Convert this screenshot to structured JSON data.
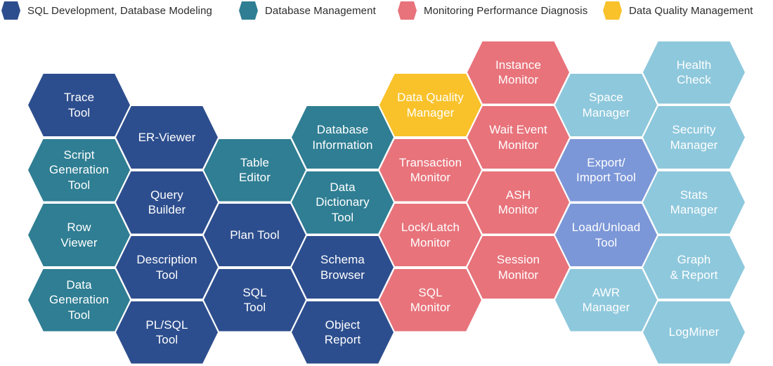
{
  "palette": {
    "navy": "#2d4e8e",
    "teal": "#2f7e93",
    "salmon": "#e8737b",
    "yellow": "#f9c22b",
    "periwinkle": "#7c97d8",
    "lightcyan": "#8ec8dc"
  },
  "legend": {
    "items": [
      {
        "label": "SQL Development, Database Modeling",
        "color": "navy"
      },
      {
        "label": "Database Management",
        "color": "teal"
      },
      {
        "label": "Monitoring Performance Diagnosis",
        "color": "salmon"
      },
      {
        "label": "Data Quality Management",
        "color": "yellow"
      }
    ]
  },
  "hive": {
    "hexagons": [
      {
        "label": "Trace\nTool",
        "color": "navy",
        "col": 1,
        "row": 0
      },
      {
        "label": "Script\nGeneration\nTool",
        "color": "teal",
        "col": 1,
        "row": 1
      },
      {
        "label": "Row\nViewer",
        "color": "teal",
        "col": 1,
        "row": 2
      },
      {
        "label": "Data\nGeneration\nTool",
        "color": "teal",
        "col": 1,
        "row": 3
      },
      {
        "label": "ER-Viewer",
        "color": "navy",
        "col": 2,
        "row": 0
      },
      {
        "label": "Query\nBuilder",
        "color": "navy",
        "col": 2,
        "row": 1
      },
      {
        "label": "Description\nTool",
        "color": "navy",
        "col": 2,
        "row": 2
      },
      {
        "label": "PL/SQL\nTool",
        "color": "navy",
        "col": 2,
        "row": 3
      },
      {
        "label": "Table\nEditor",
        "color": "teal",
        "col": 3,
        "row": 0
      },
      {
        "label": "Plan Tool",
        "color": "navy",
        "col": 3,
        "row": 1
      },
      {
        "label": "SQL\nTool",
        "color": "navy",
        "col": 3,
        "row": 2
      },
      {
        "label": "Database\nInformation",
        "color": "teal",
        "col": 4,
        "row": 0
      },
      {
        "label": "Data\nDictionary\nTool",
        "color": "teal",
        "col": 4,
        "row": 1
      },
      {
        "label": "Schema\nBrowser",
        "color": "navy",
        "col": 4,
        "row": 2
      },
      {
        "label": "Object\nReport",
        "color": "navy",
        "col": 4,
        "row": 3
      },
      {
        "label": "Data Quality\nManager",
        "color": "yellow",
        "col": 5,
        "row": 0
      },
      {
        "label": "Transaction\nMonitor",
        "color": "salmon",
        "col": 5,
        "row": 1
      },
      {
        "label": "Lock/Latch\nMonitor",
        "color": "salmon",
        "col": 5,
        "row": 2
      },
      {
        "label": "SQL\nMonitor",
        "color": "salmon",
        "col": 5,
        "row": 3
      },
      {
        "label": "Instance\nMonitor",
        "color": "salmon",
        "col": 6,
        "row": 0
      },
      {
        "label": "Wait Event\nMonitor",
        "color": "salmon",
        "col": 6,
        "row": 1
      },
      {
        "label": "ASH\nMonitor",
        "color": "salmon",
        "col": 6,
        "row": 2
      },
      {
        "label": "Session\nMonitor",
        "color": "salmon",
        "col": 6,
        "row": 3
      },
      {
        "label": "Space\nManager",
        "color": "lightcyan",
        "col": 7,
        "row": 0
      },
      {
        "label": "Export/\nImport Tool",
        "color": "periwinkle",
        "col": 7,
        "row": 1
      },
      {
        "label": "Load/Unload\nTool",
        "color": "periwinkle",
        "col": 7,
        "row": 2
      },
      {
        "label": "AWR\nManager",
        "color": "lightcyan",
        "col": 7,
        "row": 3
      },
      {
        "label": "Health\nCheck",
        "color": "lightcyan",
        "col": 8,
        "row": 0
      },
      {
        "label": "Security\nManager",
        "color": "lightcyan",
        "col": 8,
        "row": 1
      },
      {
        "label": "Stats\nManager",
        "color": "lightcyan",
        "col": 8,
        "row": 2
      },
      {
        "label": "Graph\n& Report",
        "color": "lightcyan",
        "col": 8,
        "row": 3
      },
      {
        "label": "LogMiner",
        "color": "lightcyan",
        "col": 8,
        "row": 4
      }
    ]
  }
}
